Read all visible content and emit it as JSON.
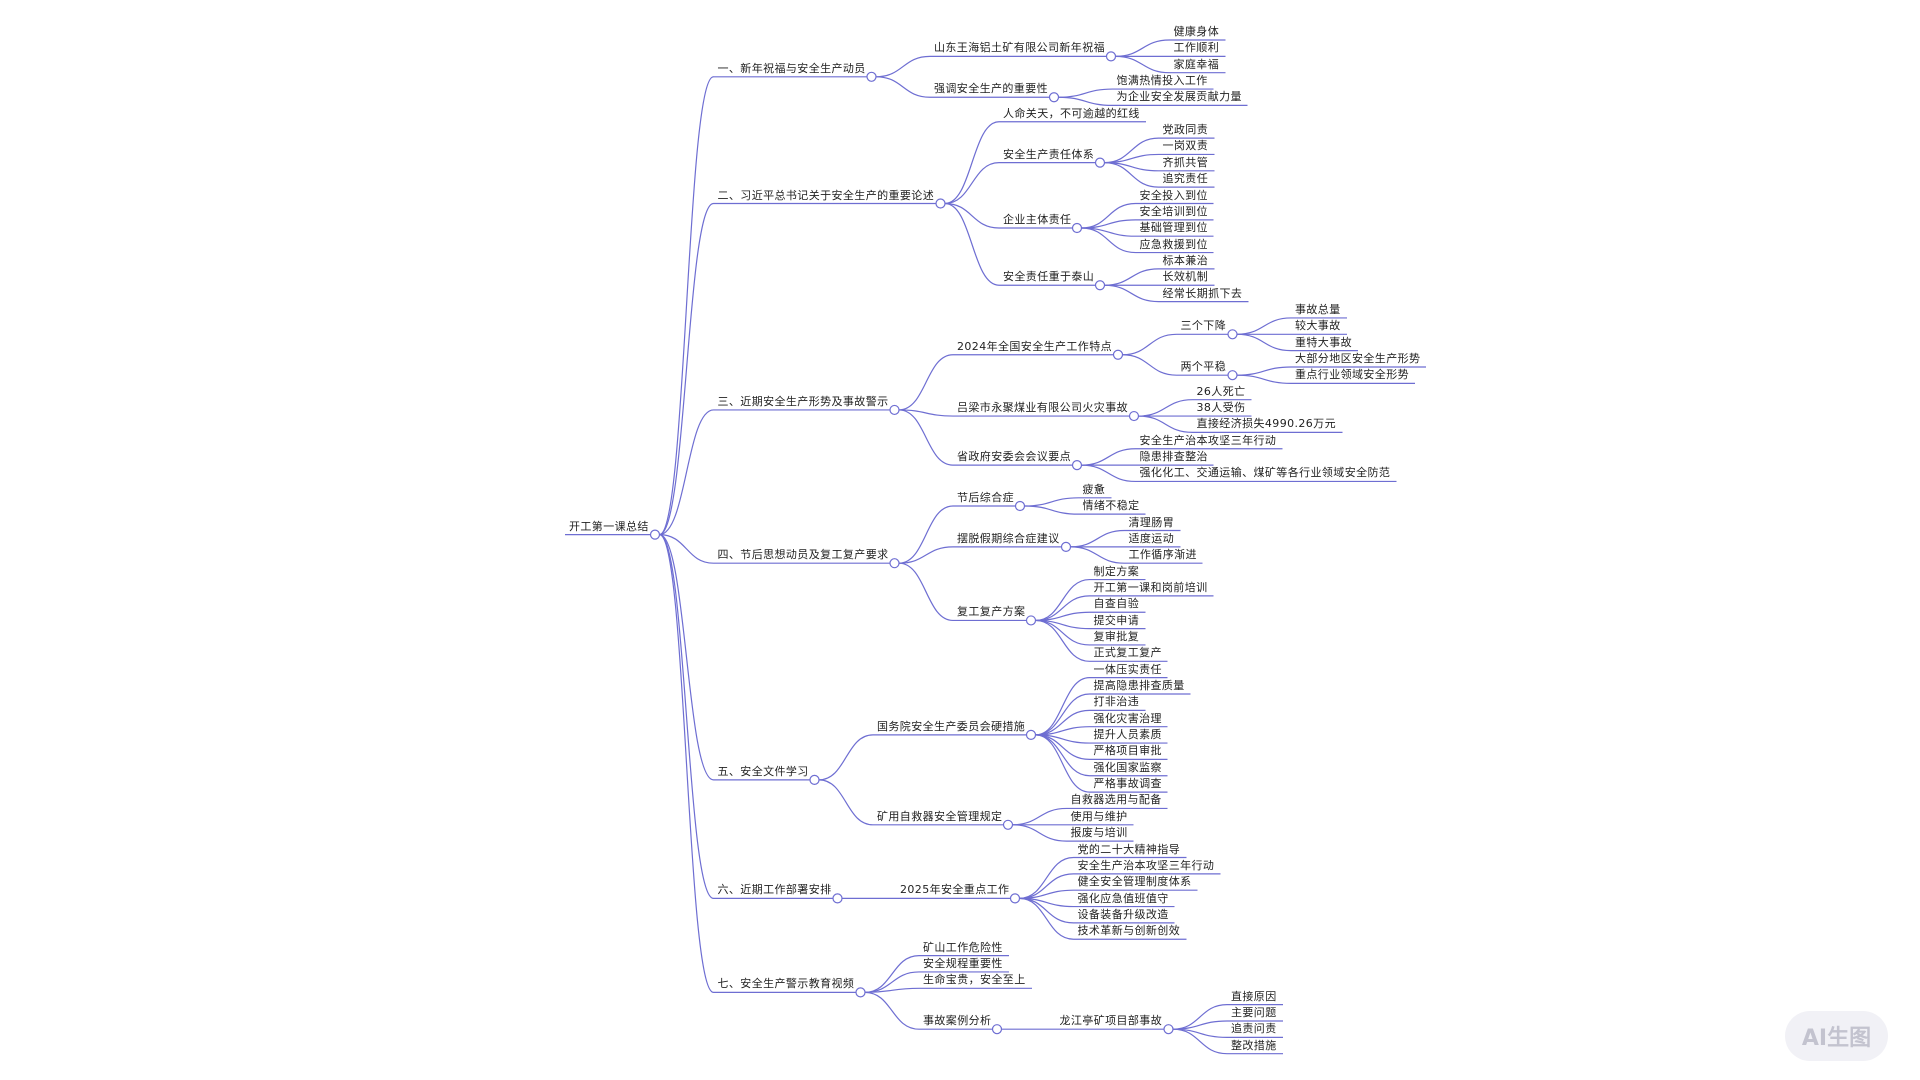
{
  "colors": {
    "line": "#6e6ed2",
    "text": "#222222",
    "node_fill": "#ffffff"
  },
  "watermark": "AI生图",
  "tree": {
    "label": "开工第一课总结",
    "children": [
      {
        "label": "一、新年祝福与安全生产动员",
        "children": [
          {
            "label": "山东王海铝土矿有限公司新年祝福",
            "children": [
              {
                "label": "健康身体"
              },
              {
                "label": "工作顺利"
              },
              {
                "label": "家庭幸福"
              }
            ]
          },
          {
            "label": "强调安全生产的重要性",
            "children": [
              {
                "label": "饱满热情投入工作"
              },
              {
                "label": "为企业安全发展贡献力量"
              }
            ]
          }
        ]
      },
      {
        "label": "二、习近平总书记关于安全生产的重要论述",
        "children": [
          {
            "label": "人命关天，不可逾越的红线"
          },
          {
            "label": "安全生产责任体系",
            "children": [
              {
                "label": "党政同责"
              },
              {
                "label": "一岗双责"
              },
              {
                "label": "齐抓共管"
              },
              {
                "label": "追究责任"
              }
            ]
          },
          {
            "label": "企业主体责任",
            "children": [
              {
                "label": "安全投入到位"
              },
              {
                "label": "安全培训到位"
              },
              {
                "label": "基础管理到位"
              },
              {
                "label": "应急救援到位"
              }
            ]
          },
          {
            "label": "安全责任重于泰山",
            "children": [
              {
                "label": "标本兼治"
              },
              {
                "label": "长效机制"
              },
              {
                "label": "经常长期抓下去"
              }
            ]
          }
        ]
      },
      {
        "label": "三、近期安全生产形势及事故警示",
        "children": [
          {
            "label": "2024年全国安全生产工作特点",
            "children": [
              {
                "label": "三个下降",
                "children": [
                  {
                    "label": "事故总量"
                  },
                  {
                    "label": "较大事故"
                  },
                  {
                    "label": "重特大事故"
                  }
                ]
              },
              {
                "label": "两个平稳",
                "children": [
                  {
                    "label": "大部分地区安全生产形势"
                  },
                  {
                    "label": "重点行业领域安全形势"
                  }
                ]
              }
            ]
          },
          {
            "label": "吕梁市永聚煤业有限公司火灾事故",
            "children": [
              {
                "label": "26人死亡"
              },
              {
                "label": "38人受伤"
              },
              {
                "label": "直接经济损失4990.26万元"
              }
            ]
          },
          {
            "label": "省政府安委会会议要点",
            "children": [
              {
                "label": "安全生产治本攻坚三年行动"
              },
              {
                "label": "隐患排查整治"
              },
              {
                "label": "强化化工、交通运输、煤矿等各行业领域安全防范"
              }
            ]
          }
        ]
      },
      {
        "label": "四、节后思想动员及复工复产要求",
        "children": [
          {
            "label": "节后综合症",
            "children": [
              {
                "label": "疲惫"
              },
              {
                "label": "情绪不稳定"
              }
            ]
          },
          {
            "label": "摆脱假期综合症建议",
            "children": [
              {
                "label": "清理肠胃"
              },
              {
                "label": "适度运动"
              },
              {
                "label": "工作循序渐进"
              }
            ]
          },
          {
            "label": "复工复产方案",
            "children": [
              {
                "label": "制定方案"
              },
              {
                "label": "开工第一课和岗前培训"
              },
              {
                "label": "自查自验"
              },
              {
                "label": "提交申请"
              },
              {
                "label": "复审批复"
              },
              {
                "label": "正式复工复产"
              }
            ]
          }
        ]
      },
      {
        "label": "五、安全文件学习",
        "children": [
          {
            "label": "国务院安全生产委员会硬措施",
            "children": [
              {
                "label": "一体压实责任"
              },
              {
                "label": "提高隐患排查质量"
              },
              {
                "label": "打非治违"
              },
              {
                "label": "强化灾害治理"
              },
              {
                "label": "提升人员素质"
              },
              {
                "label": "严格项目审批"
              },
              {
                "label": "强化国家监察"
              },
              {
                "label": "严格事故调查"
              }
            ]
          },
          {
            "label": "矿用自救器安全管理规定",
            "children": [
              {
                "label": "自救器选用与配备"
              },
              {
                "label": "使用与维护"
              },
              {
                "label": "报废与培训"
              }
            ]
          }
        ]
      },
      {
        "label": "六、近期工作部署安排",
        "children": [
          {
            "label": "2025年安全重点工作",
            "children": [
              {
                "label": "党的二十大精神指导"
              },
              {
                "label": "安全生产治本攻坚三年行动"
              },
              {
                "label": "健全安全管理制度体系"
              },
              {
                "label": "强化应急值班值守"
              },
              {
                "label": "设备装备升级改造"
              },
              {
                "label": "技术革新与创新创效"
              }
            ]
          }
        ]
      },
      {
        "label": "七、安全生产警示教育视频",
        "children": [
          {
            "label": "矿山工作危险性"
          },
          {
            "label": "安全规程重要性"
          },
          {
            "label": "生命宝贵，安全至上"
          },
          {
            "label": "事故案例分析",
            "children": [
              {
                "label": "龙江亭矿项目部事故",
                "children": [
                  {
                    "label": "直接原因"
                  },
                  {
                    "label": "主要问题"
                  },
                  {
                    "label": "追责问责"
                  },
                  {
                    "label": "整改措施"
                  }
                ]
              }
            ]
          }
        ]
      }
    ]
  }
}
